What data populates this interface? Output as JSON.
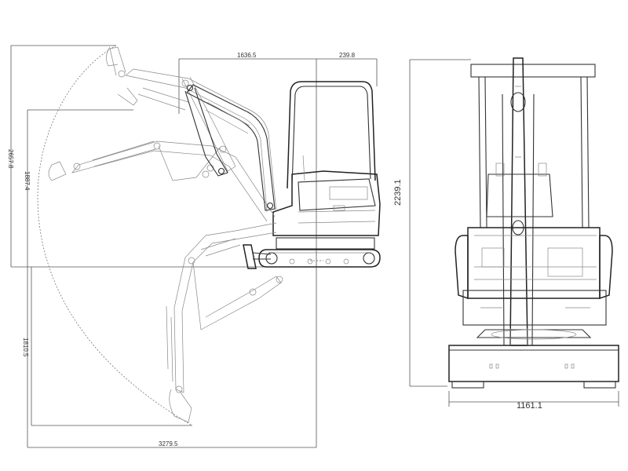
{
  "dimensions": {
    "top_length": "1636.5",
    "top_offset": "239.8",
    "max_height": "2657.8",
    "dump_height": "1887.4",
    "dig_depth": "1810.5",
    "reach": "3279.5",
    "overall_height": "2239.1",
    "track_width": "1161.1"
  }
}
